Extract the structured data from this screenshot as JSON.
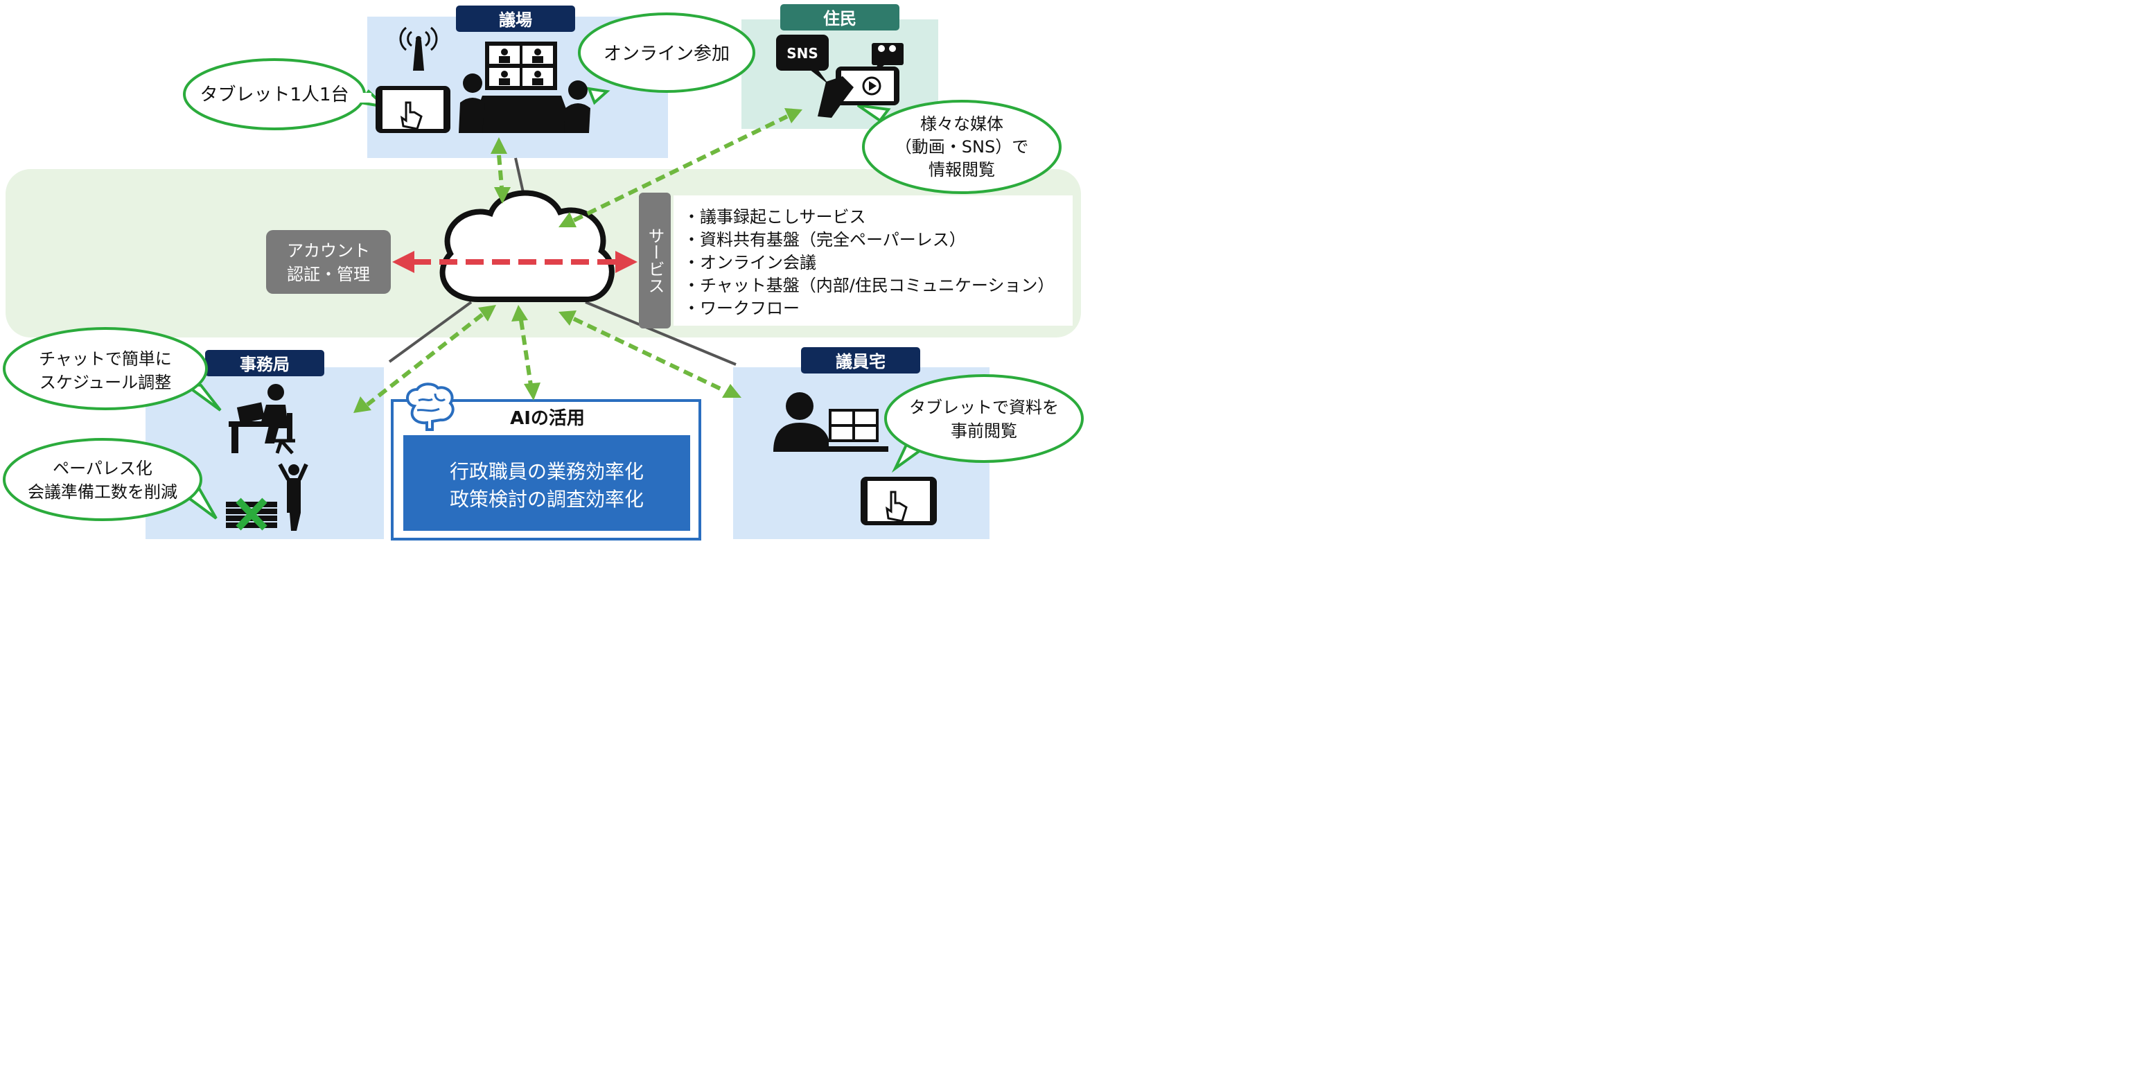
{
  "colors": {
    "band": "#e8f3e3",
    "panel_blue": "#d5e6f8",
    "panel_teal": "#d6ede6",
    "label_navy": "#0f2a5a",
    "label_teal": "#2f7b6b",
    "gray_box": "#7a7a7a",
    "ai_blue": "#2a6ebf",
    "bubble_border": "#2bab3c",
    "arrow_green": "#6fb83f",
    "arrow_red": "#e0414a"
  },
  "sections": {
    "gijo": "議場",
    "jumin": "住民",
    "jimukyoku": "事務局",
    "giintaku": "議員宅"
  },
  "bubbles": {
    "tablet": "タブレット1人1台",
    "online": "オンライン参加",
    "media": [
      "様々な媒体",
      "（動画・SNS）で",
      "情報閲覧"
    ],
    "chat": [
      "チャットで簡単に",
      "スケジュール調整"
    ],
    "paperless": [
      "ペーパレス化",
      "会議準備工数を削減"
    ],
    "tablet_docs": [
      "タブレットで資料を",
      "事前閲覧"
    ]
  },
  "account_box": [
    "アカウント",
    "認証・管理"
  ],
  "service": {
    "label": "サービス",
    "items": [
      "・議事録起こしサービス",
      "・資料共有基盤（完全ペーパーレス）",
      "・オンライン会議",
      "・チャット基盤（内部/住民コミュニケーション）",
      "・ワークフロー"
    ]
  },
  "ai": {
    "title": "AIの活用",
    "lines": [
      "行政職員の業務効率化",
      "政策検討の調査効率化"
    ]
  },
  "sns_label": "SNS",
  "icons": {
    "antenna": "antenna-icon",
    "tablet": "tablet-touch-icon",
    "meeting": "video-meeting-icon",
    "sns_phone": "phone-sns-icon",
    "cloud": "cloud-icon",
    "desk": "desk-worker-icon",
    "papers": "crossed-papers-icon",
    "brain": "brain-icon",
    "home": "home-video-call-icon"
  }
}
